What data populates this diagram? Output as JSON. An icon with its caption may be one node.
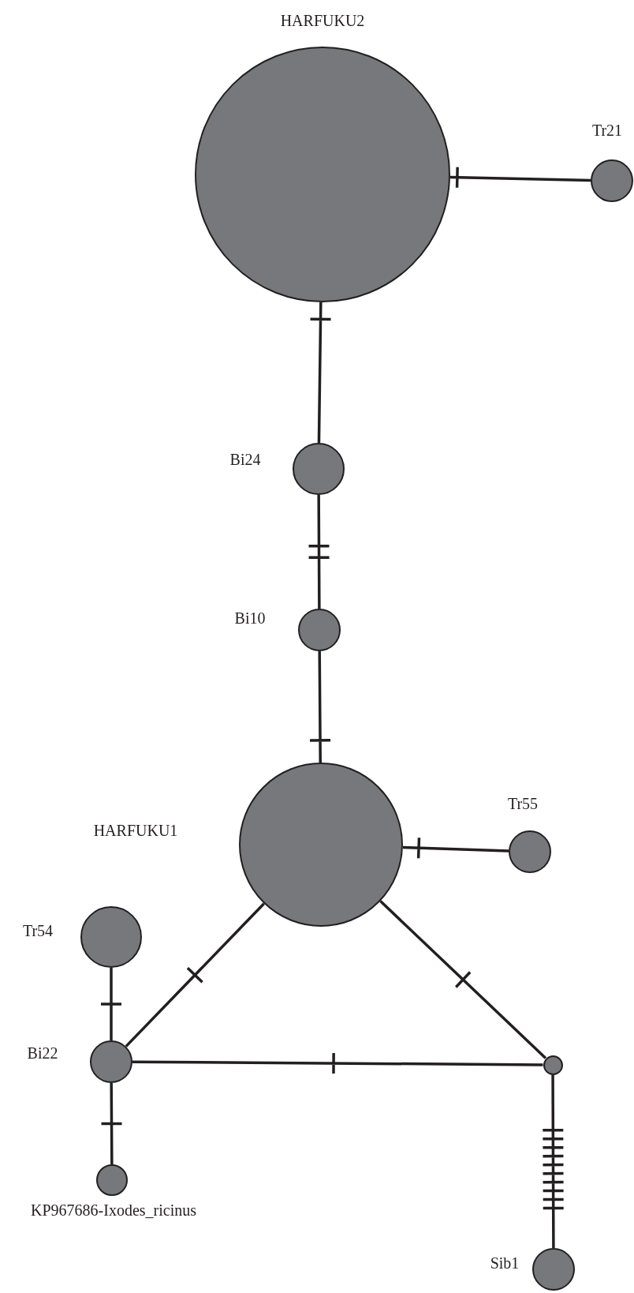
{
  "diagram": {
    "nodes": [
      {
        "text": [],
        "shape": "circle",
        "beside": [
          "HARFUKU2"
        ]
      },
      {
        "text": [],
        "shape": "circle",
        "beside": [
          "Tr21"
        ]
      },
      {
        "text": [],
        "shape": "circle",
        "beside": [
          "Bi24"
        ]
      },
      {
        "text": [],
        "shape": "circle",
        "beside": [
          "Bi10"
        ]
      },
      {
        "text": [],
        "shape": "circle",
        "beside": [
          "HARFUKU1"
        ]
      },
      {
        "text": [],
        "shape": "circle",
        "beside": [
          "Tr55"
        ]
      },
      {
        "text": [],
        "shape": "circle",
        "beside": [
          "Tr54"
        ]
      },
      {
        "text": [],
        "shape": "circle",
        "beside": [
          "Bi22"
        ]
      },
      {
        "text": [],
        "shape": "circle"
      },
      {
        "text": [],
        "shape": "circle",
        "beside": [
          "KP967686-Ixodes_ricinus"
        ]
      },
      {
        "text": [],
        "shape": "circle",
        "beside": [
          "Sib1"
        ]
      }
    ],
    "edges": [
      {
        "from": 0,
        "to": 1,
        "arrow": "none"
      },
      {
        "from": 0,
        "to": 2,
        "arrow": "none"
      },
      {
        "from": 2,
        "to": 3,
        "arrow": "none"
      },
      {
        "from": 3,
        "to": 4,
        "arrow": "none"
      },
      {
        "from": 4,
        "to": 5,
        "arrow": "none"
      },
      {
        "from": 4,
        "to": 7,
        "arrow": "none"
      },
      {
        "from": 4,
        "to": 8,
        "arrow": "none"
      },
      {
        "from": 7,
        "to": 8,
        "arrow": "none"
      },
      {
        "from": 6,
        "to": 7,
        "arrow": "none"
      },
      {
        "from": 7,
        "to": 9,
        "arrow": "none"
      },
      {
        "from": 8,
        "to": 10,
        "arrow": "none"
      }
    ]
  }
}
